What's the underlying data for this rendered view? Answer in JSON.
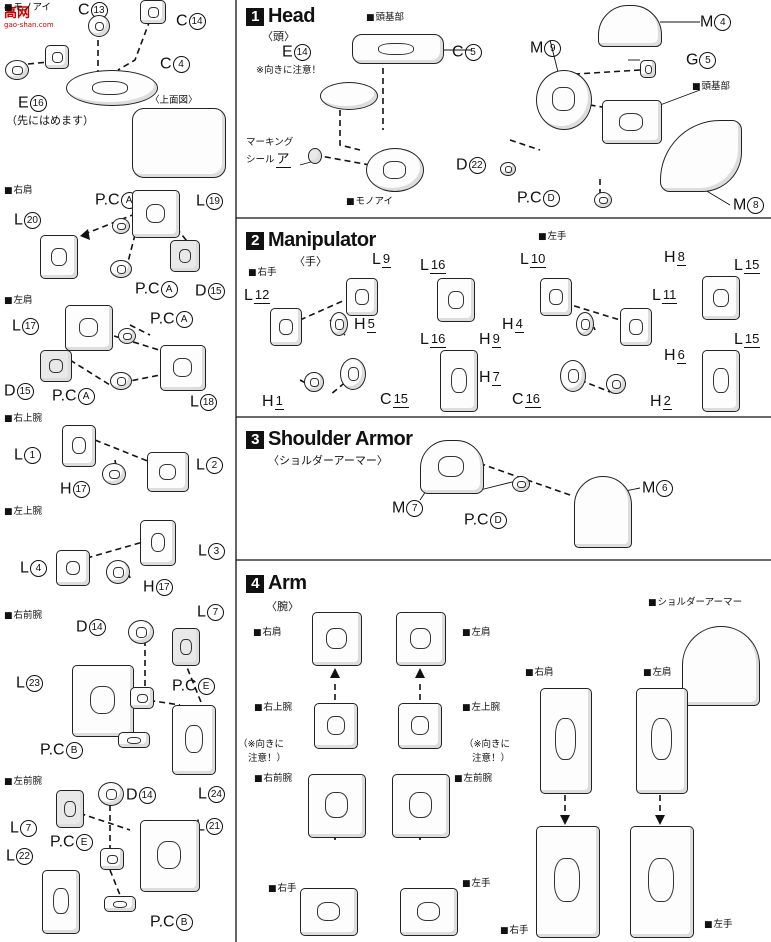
{
  "watermark": {
    "logo": "高网",
    "url": "gao-shan.com"
  },
  "left_column": {
    "head_sub": {
      "top_label": "モノアイ",
      "c13": "C",
      "c14": "C",
      "c4": "C",
      "e16": "E",
      "e16_note": "（先にはめます）",
      "topview": "〈上面図〉",
      "nums": {
        "c13": "13",
        "c14": "14",
        "c4": "4",
        "e16": "16"
      }
    },
    "right_shoulder": {
      "title": "右肩",
      "pca1": "P.C",
      "pca2": "P.C",
      "l19": "L",
      "l20": "L",
      "d15": "D",
      "nums": {
        "a": "A",
        "l19": "19",
        "l20": "20",
        "d15": "15"
      }
    },
    "left_shoulder": {
      "title": "左肩",
      "l17": "L",
      "pca1": "P.C",
      "pca2": "P.C",
      "d15": "D",
      "l18": "L",
      "nums": {
        "a": "A",
        "l17": "17",
        "d15": "15",
        "l18": "18"
      }
    },
    "right_upper_arm": {
      "title": "右上腕",
      "l1": "L",
      "l2": "L",
      "h17": "H",
      "nums": {
        "l1": "1",
        "l2": "2",
        "h17": "17"
      }
    },
    "left_upper_arm": {
      "title": "左上腕",
      "l3": "L",
      "l4": "L",
      "h17": "H",
      "nums": {
        "l3": "3",
        "l4": "4",
        "h17": "17"
      }
    },
    "right_forearm": {
      "title": "右前腕",
      "d14": "D",
      "l7": "L",
      "l23": "L",
      "pce": "P.C",
      "pcb": "P.C",
      "l24": "L",
      "nums": {
        "d14": "14",
        "l7": "7",
        "l23": "23",
        "e": "E",
        "b": "B",
        "l24": "24"
      }
    },
    "left_forearm": {
      "title": "左前腕",
      "d14": "D",
      "l7": "L",
      "pce": "P.C",
      "l21": "L",
      "l22": "L",
      "pcb": "P.C",
      "nums": {
        "d14": "14",
        "l7": "7",
        "e": "E",
        "l21": "21",
        "l22": "22",
        "b": "B"
      }
    }
  },
  "section1": {
    "number": "1",
    "title": "Head",
    "subtitle": "〈頭〉",
    "e14": "E",
    "e14_note": "※向きに注意！",
    "c5": "C",
    "head_base": "頭基部",
    "head_base2": "頭基部",
    "marking": "マーキング",
    "seal": "シール",
    "seal_mark": "ア",
    "monoeye": "モノアイ",
    "m4": "M",
    "m9": "M",
    "g5": "G",
    "d22": "D",
    "pcd": "P.C",
    "m8": "M",
    "nums": {
      "e14": "14",
      "c5": "5",
      "m4": "4",
      "m9": "9",
      "g5": "5",
      "d22": "22",
      "d": "D",
      "m8": "8"
    }
  },
  "section2": {
    "number": "2",
    "title": "Manipulator",
    "subtitle": "〈手〉",
    "right_hand": "右手",
    "left_hand": "左手",
    "l12": "L",
    "l9": "L",
    "h5": "H",
    "h1": "H",
    "c15": "C",
    "l16a": "L",
    "l16b": "L",
    "h9": "H",
    "h7": "H",
    "l10": "L",
    "l11": "L",
    "h4": "H",
    "c16": "C",
    "h2": "H",
    "h8": "H",
    "h6": "H",
    "l15a": "L",
    "l15b": "L",
    "nums": {
      "l12": "12",
      "l9": "9",
      "h5": "5",
      "h1": "1",
      "c15": "15",
      "l16": "16",
      "h9": "9",
      "h7": "7",
      "l10": "10",
      "l11": "11",
      "h4": "4",
      "c16": "16",
      "h2": "2",
      "h8": "8",
      "h6": "6",
      "l15": "15"
    }
  },
  "section3": {
    "number": "3",
    "title": "Shoulder Armor",
    "subtitle": "〈ショルダーアーマー〉",
    "m7": "M",
    "pcd": "P.C",
    "m6": "M",
    "nums": {
      "m7": "7",
      "d": "D",
      "m6": "6"
    }
  },
  "section4": {
    "number": "4",
    "title": "Arm",
    "subtitle": "〈腕〉",
    "r_shoulder": "右肩",
    "l_shoulder": "左肩",
    "r_upper": "右上腕",
    "l_upper": "左上腕",
    "note_r": "（※向きに",
    "note_r2": "注意！）",
    "note_l": "（※向きに",
    "note_l2": "注意！）",
    "r_forearm": "右前腕",
    "l_forearm": "左前腕",
    "r_hand": "右手",
    "l_hand": "左手",
    "shoulder_armor": "ショルダーアーマー",
    "r_shoulder2": "右肩",
    "l_shoulder2": "左肩",
    "r_hand2": "右手",
    "l_hand2": "左手"
  }
}
